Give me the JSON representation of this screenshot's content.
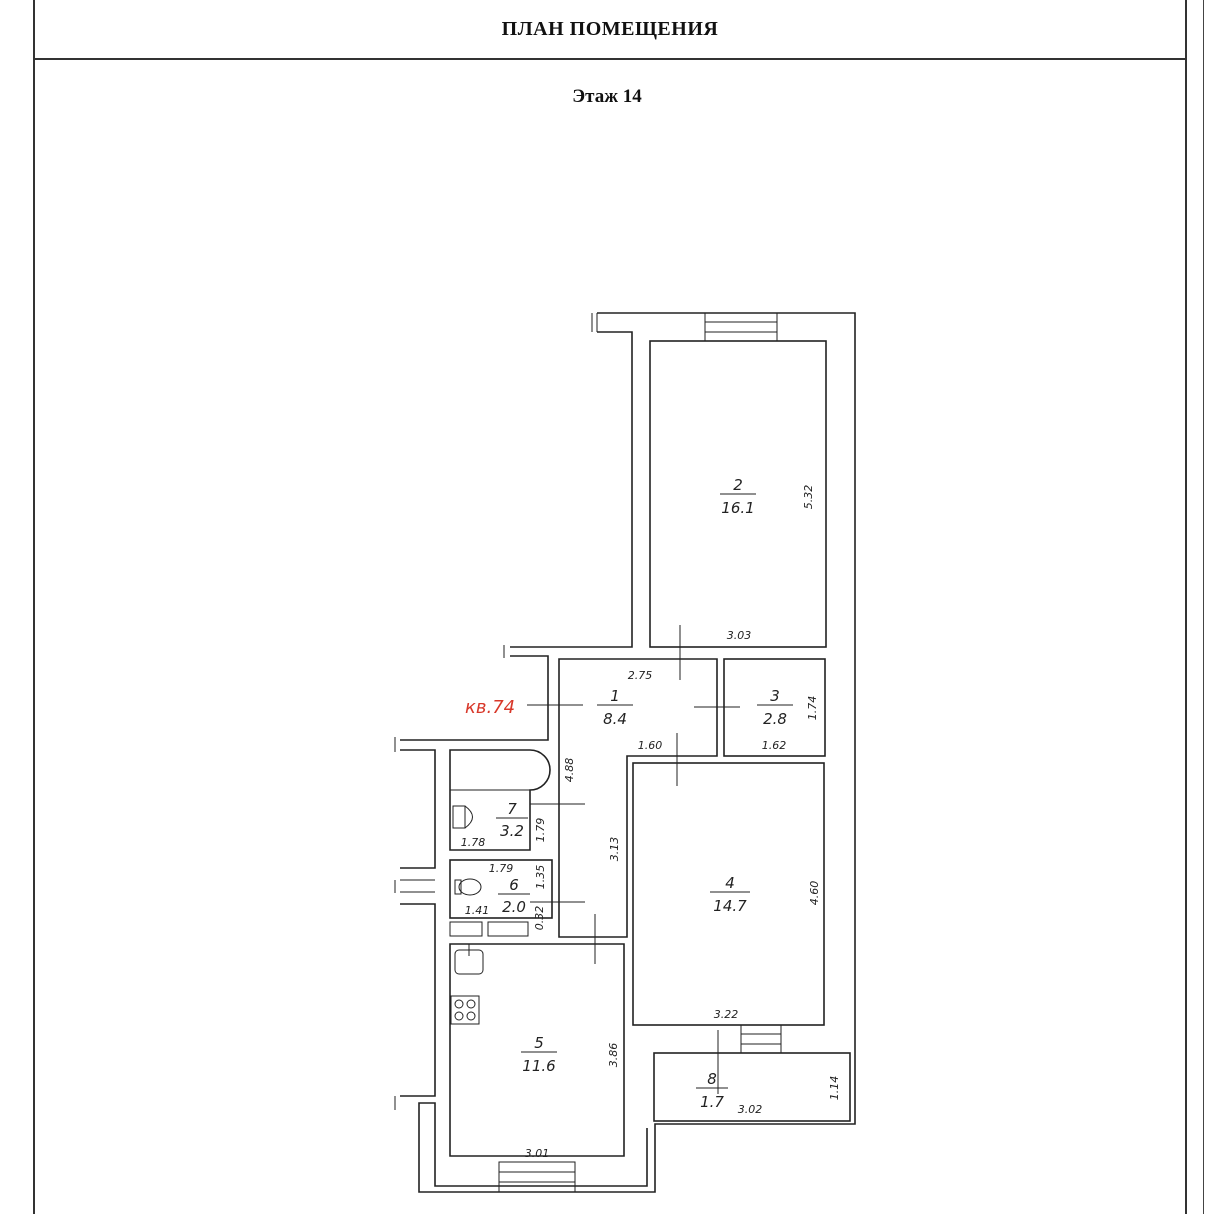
{
  "header": {
    "title": "ПЛАН ПОМЕЩЕНИЯ"
  },
  "floor_label": "Этаж 14",
  "apartment_label": "кв.74",
  "rooms": [
    {
      "number": "1",
      "area": "8.4"
    },
    {
      "number": "2",
      "area": "16.1"
    },
    {
      "number": "3",
      "area": "2.8"
    },
    {
      "number": "4",
      "area": "14.7"
    },
    {
      "number": "5",
      "area": "11.6"
    },
    {
      "number": "6",
      "area": "2.0"
    },
    {
      "number": "7",
      "area": "3.2"
    },
    {
      "number": "8",
      "area": "1.7"
    }
  ],
  "dimensions": {
    "room2_height": "5.32",
    "room2_width": "3.03",
    "room1_width": "2.75",
    "room1_inner": "1.60",
    "room3_height": "1.74",
    "room3_width": "1.62",
    "corridor_length": "4.88",
    "corridor_lower": "3.13",
    "room7_height": "1.79",
    "room7_width": "1.78",
    "room6_top": "1.79",
    "room6_height": "1.35",
    "room6_width": "1.41",
    "room6_small": "0.32",
    "room4_height": "4.60",
    "room4_width": "3.22",
    "room5_height": "3.86",
    "room5_width": "3.01",
    "room8_width": "3.02",
    "room8_height": "1.14"
  },
  "colors": {
    "apartment_label": "#d8382a",
    "lines": "#222222"
  }
}
